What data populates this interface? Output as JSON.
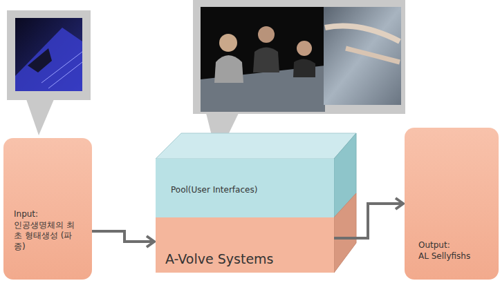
{
  "diagram": {
    "nodes": [
      {
        "text": [
          "Input:",
          "인공생명체의 최초 형태생성 (파종)"
        ]
      },
      {
        "text": [
          "Pool(User Interfaces)"
        ]
      },
      {
        "text": [
          "A-Volve Systems"
        ]
      },
      {
        "text": [
          "Output:",
          "AL Sellyfishs"
        ]
      }
    ],
    "edges": [
      {
        "from": 0,
        "to": 2,
        "arrow": "to"
      },
      {
        "from": 2,
        "to": 3,
        "arrow": "to"
      }
    ]
  }
}
